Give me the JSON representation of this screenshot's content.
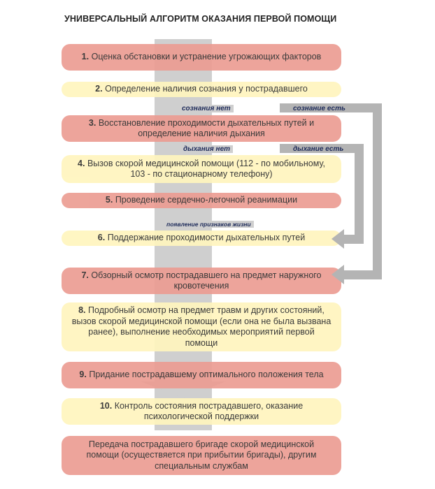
{
  "title": "УНИВЕРСАЛЬНЫЙ АЛГОРИТМ ОКАЗАНИЯ ПЕРВОЙ ПОМОЩИ",
  "steps": [
    {
      "num": "1.",
      "text": "Оценка обстановки и устранение угрожающих факторов",
      "color": "#ec9d93"
    },
    {
      "num": "2.",
      "text": "Определение наличия сознания у пострадавшего",
      "color": "#fff5be"
    },
    {
      "num": "3.",
      "text": "Восстановление проходимости дыхательных путей и определение наличия дыхания",
      "color": "#ec9d93"
    },
    {
      "num": "4.",
      "text": "Вызов скорой медицинской помощи (112 - по мобильному, 103 - по стационарному телефону)",
      "color": "#fff5be"
    },
    {
      "num": "5.",
      "text": "Проведение сердечно-легочной реанимации",
      "color": "#ec9d93"
    },
    {
      "num": "6.",
      "text": "Поддержание проходимости дыхательных путей",
      "color": "#fff5be"
    },
    {
      "num": "7.",
      "text": "Обзорный осмотр пострадавшего на предмет наружного кровотечения",
      "color": "#ec9d93"
    },
    {
      "num": "8.",
      "text": "Подробный осмотр на предмет травм и других состояний, вызов скорой медицинской помощи (если она не была вызвана ранее), выполнение необходимых мероприятий первой помощи",
      "color": "#fff5be"
    },
    {
      "num": "9.",
      "text": "Придание пострадавшему оптимального положения тела",
      "color": "#ec9d93"
    },
    {
      "num": "10.",
      "text": "Контроль состояния пострадавшего, оказание психологической поддержки",
      "color": "#fff5be"
    },
    {
      "num": "",
      "text": "Передача пострадавшего бригаде скорой медицинской помощи (осуществяется при прибытии бригады), другим специальным службам",
      "color": "#ec9d93"
    }
  ],
  "labels": {
    "no_consciousness": "сознания нет",
    "consciousness_present": "сознание есть",
    "no_breathing": "дыхания нет",
    "breathing_present": "дыхание есть",
    "signs_of_life": "появление признаков жизни"
  }
}
